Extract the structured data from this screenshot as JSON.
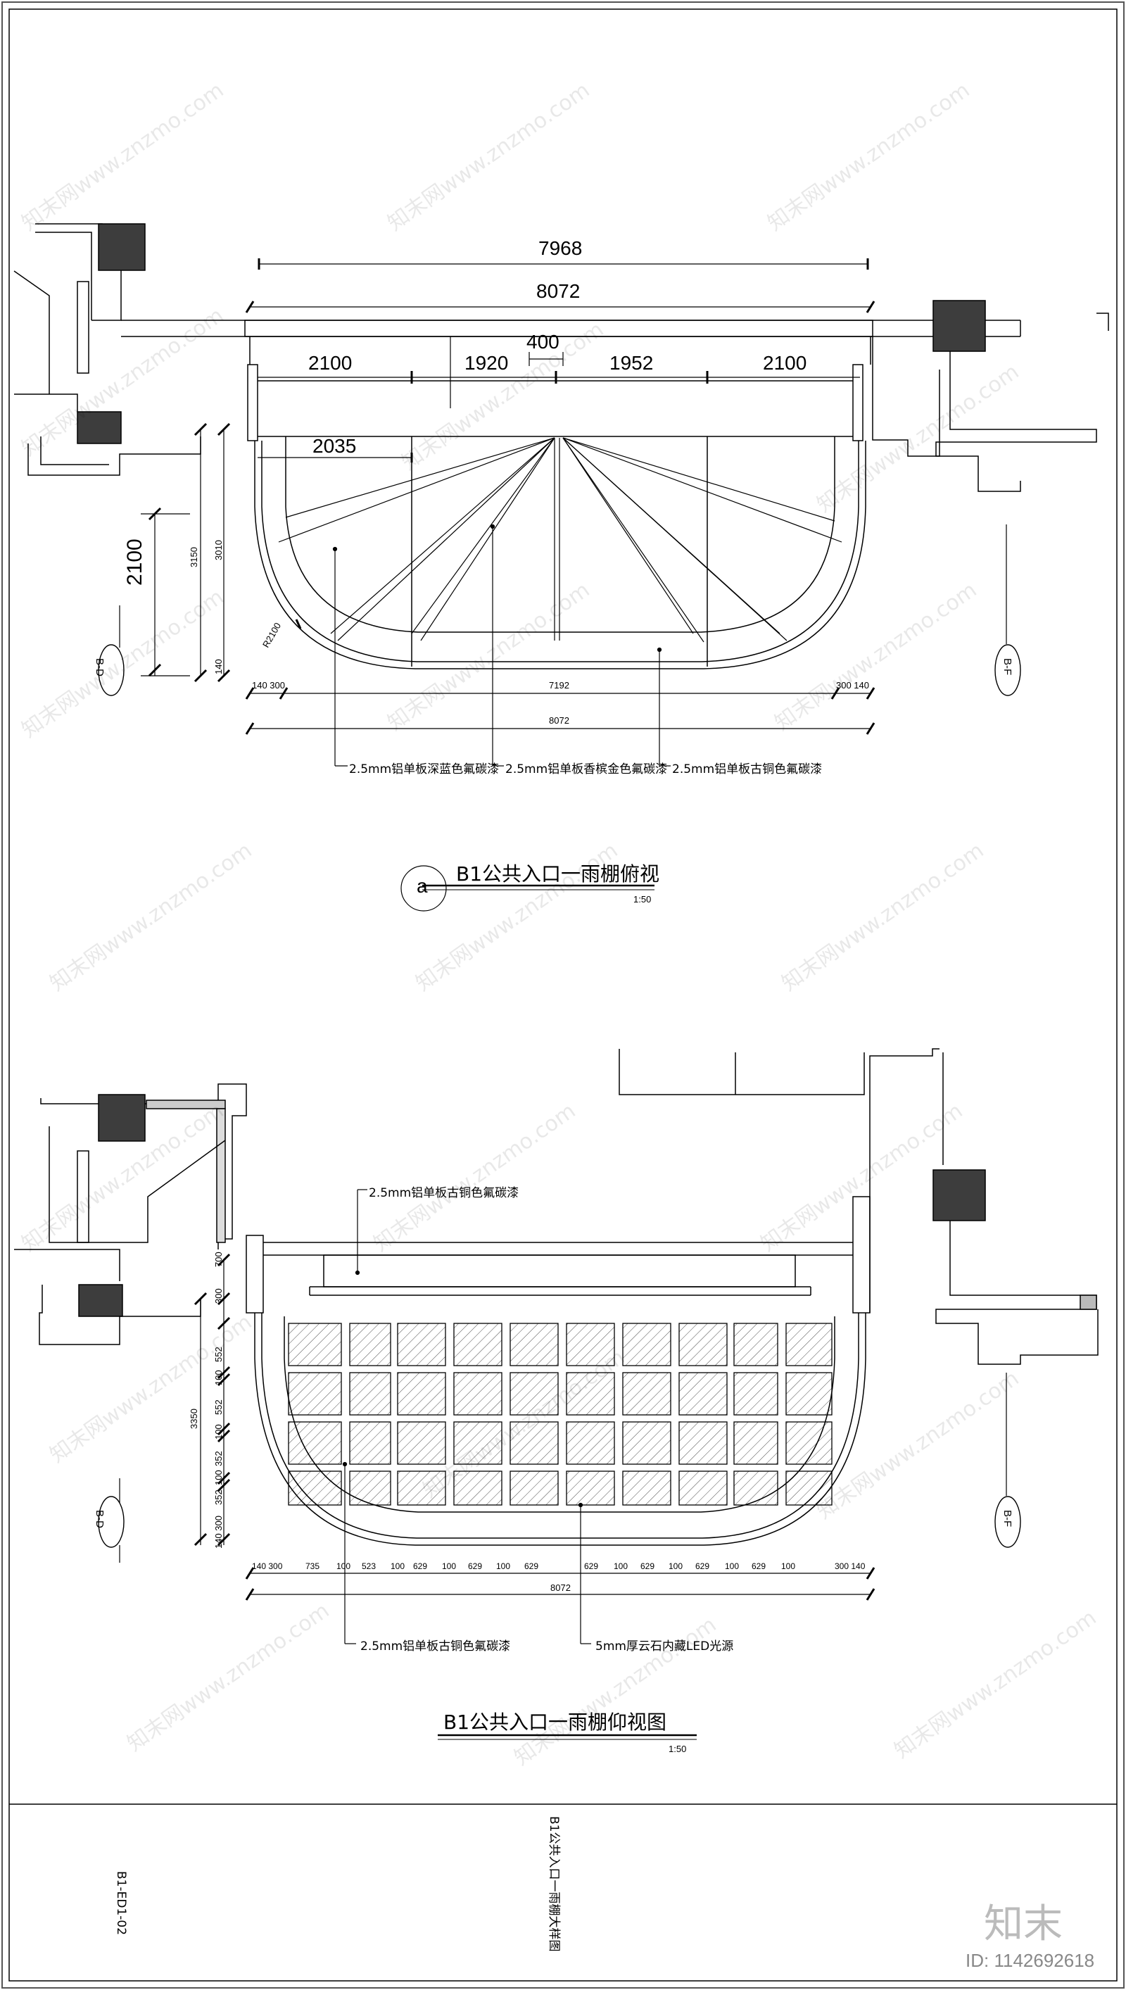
{
  "top_view": {
    "title": "B1公共入口一雨棚俯视",
    "scale": "1:50",
    "marker": "a",
    "dims_top": {
      "overall_1": "7968",
      "overall_2": "8072",
      "seg_1": "2100",
      "seg_2": "1920",
      "seg_mid": "400",
      "seg_3": "1952",
      "seg_4": "2100",
      "inner": "2035"
    },
    "dims_left": {
      "big": "2100",
      "v1": "3150",
      "v2": "3010",
      "v3": "140"
    },
    "dims_bottom": {
      "left": "140 300",
      "mid": "7192",
      "right": "300 140",
      "total": "8072"
    },
    "radius": "R2100",
    "axis_left": "B-D",
    "axis_right": "B-F",
    "notes": [
      "2.5mm铝单板深蓝色氟碳漆",
      "2.5mm铝单板香槟金色氟碳漆",
      "2.5mm铝单板古铜色氟碳漆"
    ]
  },
  "bottom_view": {
    "title": "B1公共入口一雨棚仰视图",
    "scale": "1:50",
    "dims_left": [
      "700",
      "300",
      "552",
      "100",
      "552",
      "100",
      "352",
      "100",
      "352",
      "140 300"
    ],
    "dims_left_total": "3350",
    "dims_bottom": [
      "140 300",
      "735",
      "100",
      "523",
      "100",
      "629",
      "100",
      "629",
      "100",
      "629",
      "629",
      "100",
      "629",
      "100",
      "629",
      "100",
      "629",
      "100",
      "300 140"
    ],
    "total": "8072",
    "axis_left": "B-D",
    "axis_right": "B-F",
    "note_top": "2.5mm铝单板古铜色氟碳漆",
    "note_bottom_left": "2.5mm铝单板古铜色氟碳漆",
    "note_bottom_right": "5mm厚云石内藏LED光源"
  },
  "title_block": {
    "drawing_no": "B1-ED1-02",
    "drawing_name": "B1公共入口一雨棚大样图"
  },
  "watermark": {
    "site": "知末网www.znzmo.com",
    "logo": "知末",
    "id": "ID: 1142692618"
  }
}
